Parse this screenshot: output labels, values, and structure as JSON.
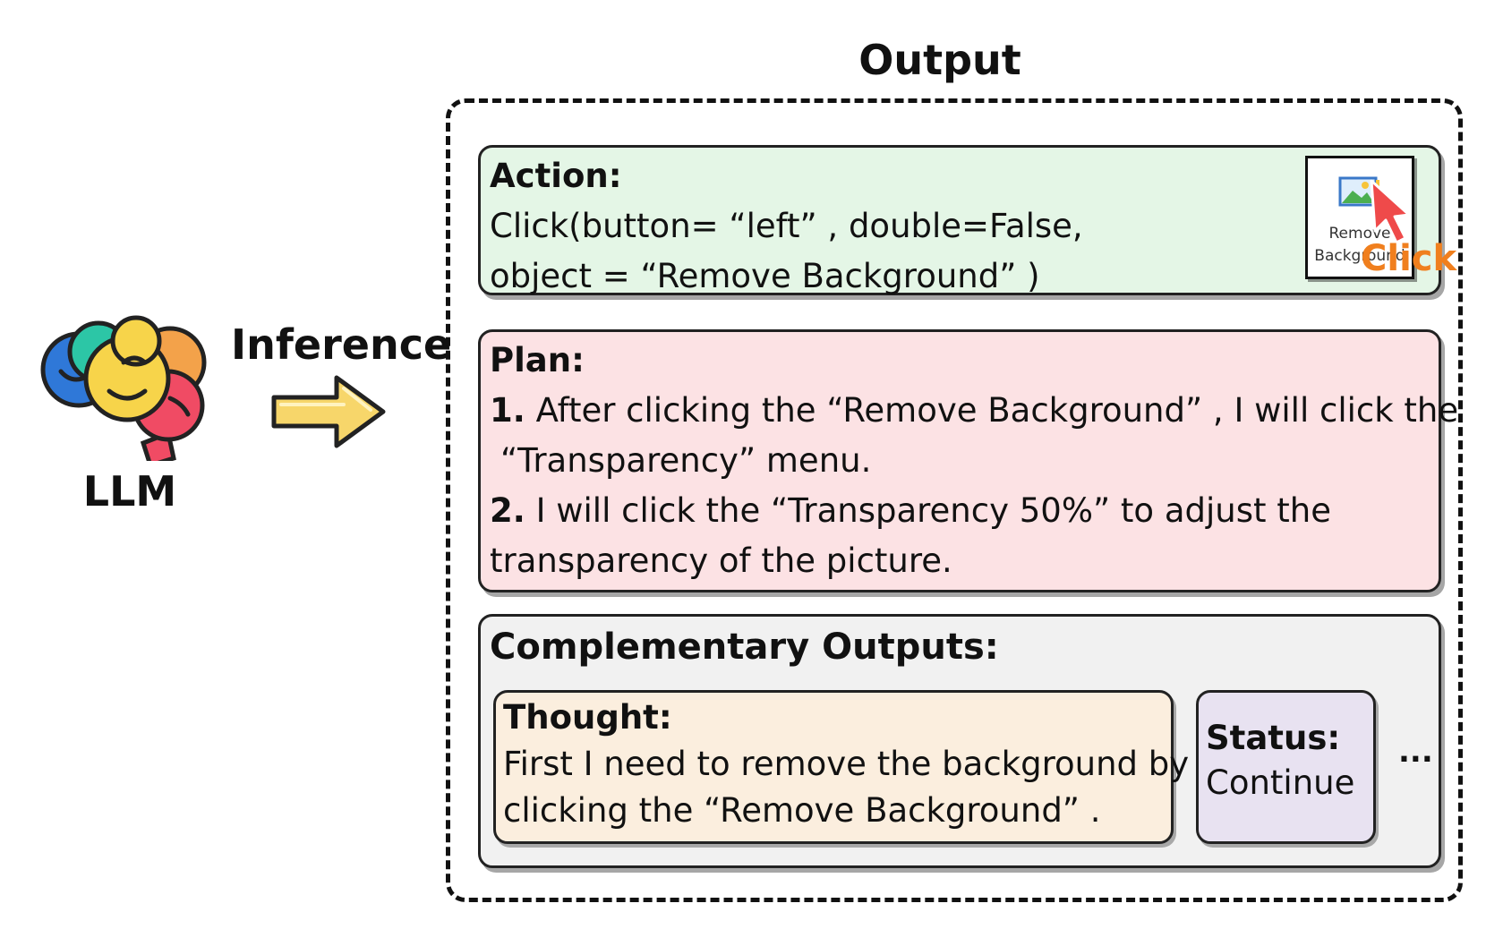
{
  "llm": {
    "label": "LLM",
    "icon": "brain-icon"
  },
  "inference": {
    "label": "Inference",
    "icon": "right-arrow-icon"
  },
  "output": {
    "title": "Output",
    "action": {
      "heading": "Action:",
      "lines": [
        "Click(button= “left” , double=False,",
        "object = “Remove Background” )"
      ],
      "button_label": "Remove\nBackground",
      "click_label": "Click"
    },
    "plan": {
      "heading": "Plan:",
      "step1_number": "1.",
      "step1_line1": " After clicking the “Remove Background” , I will click the",
      "step1_line2": "“Transparency” menu.",
      "step2_number": "2.",
      "step2_line1": " I will click the “Transparency 50%” to adjust the",
      "step2_line2": "transparency of the picture."
    },
    "complementary": {
      "heading": "Complementary Outputs:",
      "thought": {
        "heading": "Thought:",
        "lines": [
          "First I need to remove the background by",
          "clicking the “Remove Background” ."
        ]
      },
      "status": {
        "heading": "Status:",
        "value": "Continue"
      },
      "more": "..."
    }
  },
  "colors": {
    "action_bg": "#e4f6e6",
    "plan_bg": "#fce2e4",
    "complementary_bg": "#f1f1f1",
    "thought_bg": "#fbeede",
    "status_bg": "#e8e2f1",
    "click_accent": "#f07f1e"
  }
}
